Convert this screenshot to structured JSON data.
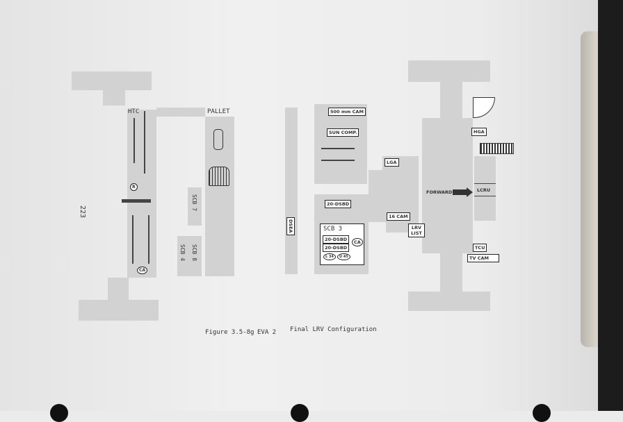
{
  "page_number": "223",
  "caption": {
    "figure": "Figure 3.5-8g",
    "eva": "EVA 2",
    "title": "Final LRV Configuration"
  },
  "left_diagram": {
    "htc": "HTC",
    "pallet": "PALLET",
    "r_marker": "R",
    "ca_marker": "CA",
    "scb7": "SCB 7",
    "scb8": "SCB 8",
    "scb4": "SCB 4"
  },
  "right_diagram": {
    "cam500": "500 mm CAM",
    "sun_comp": "SUN COMP.",
    "dsea": "DSEA",
    "dsbd_top": "20-DSBD",
    "scb3": "SCB 3",
    "dsbd1": "20-DSBD",
    "dsbd2": "20-DSBD",
    "ca_marker": "CA",
    "l34": "L 34",
    "u45": "U 45",
    "lga": "LGA",
    "cam16": "16 CAM",
    "lrv_list": "LRV LIST",
    "forward": "FORWARD",
    "hga": "HGA",
    "lcru": "LCRU",
    "tcu": "TCU",
    "tv_cam": "TV CAM"
  }
}
